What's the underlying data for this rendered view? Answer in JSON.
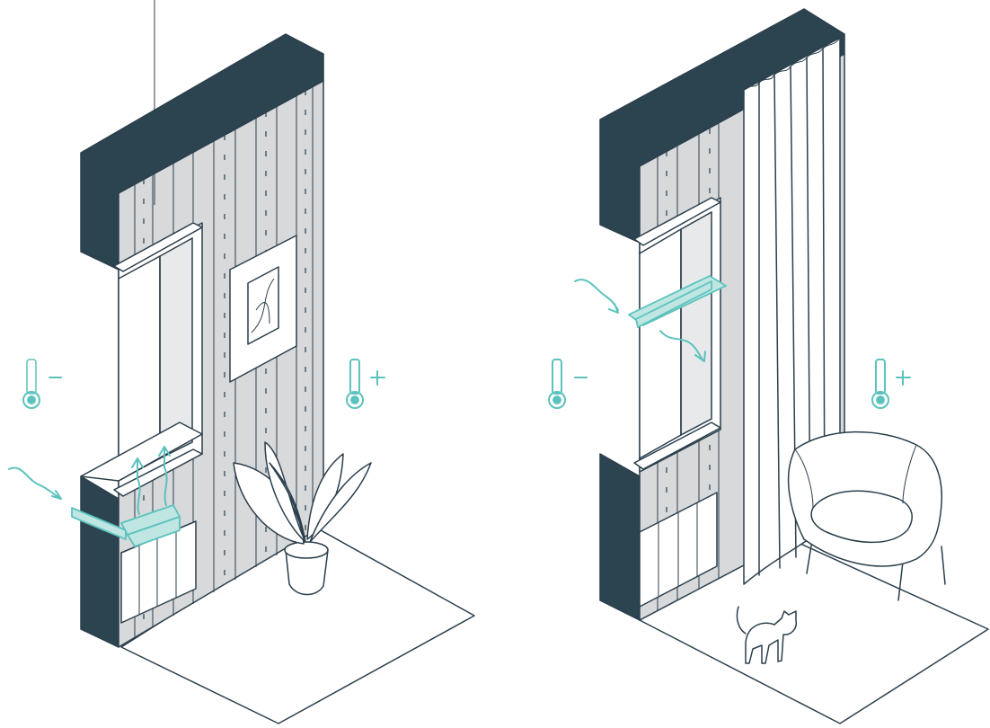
{
  "colors": {
    "accent": "#5cc2bd",
    "accent_light": "#bfe6e3",
    "dark_wall": "#2c4450",
    "line": "#2b3f4c",
    "panel_grey": "#d7d9db"
  },
  "panels": [
    {
      "id": "left",
      "scene": "window-with-radiator-ventilation",
      "icons": [
        "thermometer-icon",
        "minus-icon",
        "thermometer-icon",
        "plus-icon",
        "wavy-arrow-icon",
        "up-arrow-icon",
        "up-arrow-icon"
      ]
    },
    {
      "id": "right",
      "scene": "window-with-trickle-vent-and-curtain",
      "icons": [
        "thermometer-icon",
        "minus-icon",
        "thermometer-icon",
        "plus-icon",
        "wavy-arrow-icon",
        "wavy-arrow-icon"
      ]
    }
  ]
}
